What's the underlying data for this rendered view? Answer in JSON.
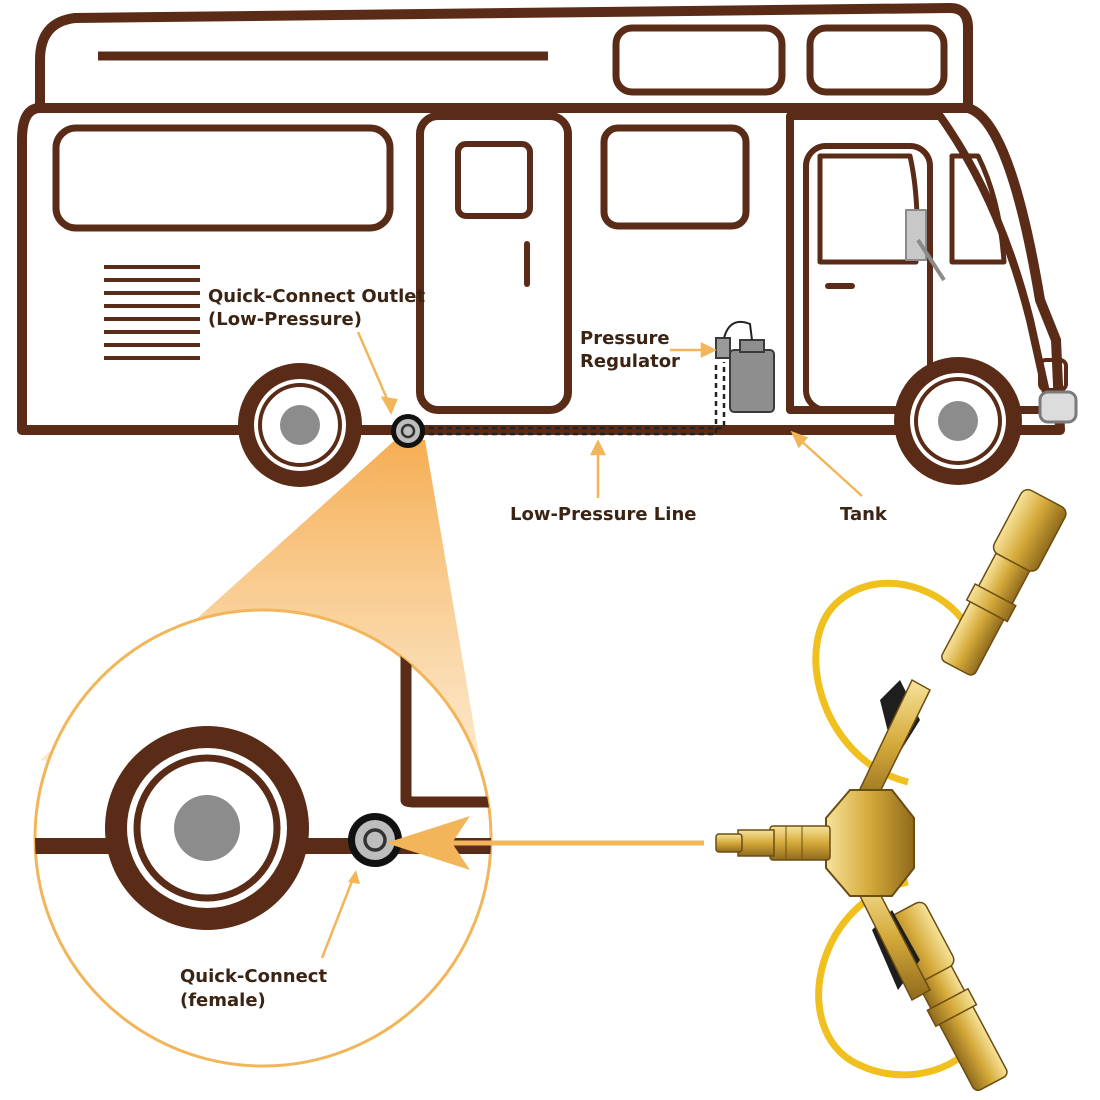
{
  "labels": {
    "outlet_line1": "Quick-Connect Outlet",
    "outlet_line2": "(Low-Pressure)",
    "regulator_line1": "Pressure",
    "regulator_line2": "Regulator",
    "low_pressure_line": "Low-Pressure Line",
    "tank": "Tank",
    "female_line1": "Quick-Connect",
    "female_line2": "(female)"
  },
  "colors": {
    "outline": "#5a2c17",
    "accent": "#f2b55a",
    "brass": "#d9b14a",
    "strap": "#f0c01e",
    "grey": "#8c8c8c"
  },
  "icons": {
    "rv": "rv-motorhome-icon",
    "adapter": "brass-y-splitter-adapter-icon"
  }
}
